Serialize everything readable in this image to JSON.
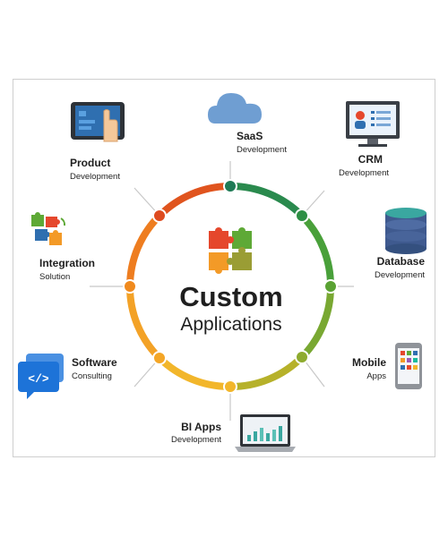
{
  "center": {
    "line1": "Custom",
    "line2": "Applications"
  },
  "nodes": [
    {
      "id": "saas",
      "title": "SaaS",
      "subtitle": "Development",
      "icon": "cloud-icon"
    },
    {
      "id": "crm",
      "title": "CRM",
      "subtitle": "Development",
      "icon": "crm-monitor-icon"
    },
    {
      "id": "database",
      "title": "Database",
      "subtitle": "Development",
      "icon": "database-icon"
    },
    {
      "id": "mobile",
      "title": "Mobile",
      "subtitle": "Apps",
      "icon": "smartphone-icon"
    },
    {
      "id": "bi",
      "title": "BI Apps",
      "subtitle": "Development",
      "icon": "laptop-chart-icon"
    },
    {
      "id": "software",
      "title": "Software",
      "subtitle": "Consulting",
      "icon": "code-chat-icon"
    },
    {
      "id": "integration",
      "title": "Integration",
      "subtitle": "Solution",
      "icon": "puzzle-icon"
    },
    {
      "id": "product",
      "title": "Product",
      "subtitle": "Development",
      "icon": "tablet-touch-icon"
    }
  ],
  "colors": {
    "ring_green": "#5aa233",
    "ring_dark_green": "#1e7a55",
    "ring_orange": "#f08a1e",
    "ring_red": "#de4b1f",
    "ring_yellow": "#f2b62b",
    "puzzle_red": "#e5472c",
    "puzzle_green": "#5ea936",
    "puzzle_orange": "#f39a27",
    "puzzle_olive": "#9a9d34",
    "cloud": "#6f9ed2",
    "screen_blue": "#2f6fb0",
    "database_blue": "#3f5a8f",
    "code_blue": "#1d73d8"
  }
}
